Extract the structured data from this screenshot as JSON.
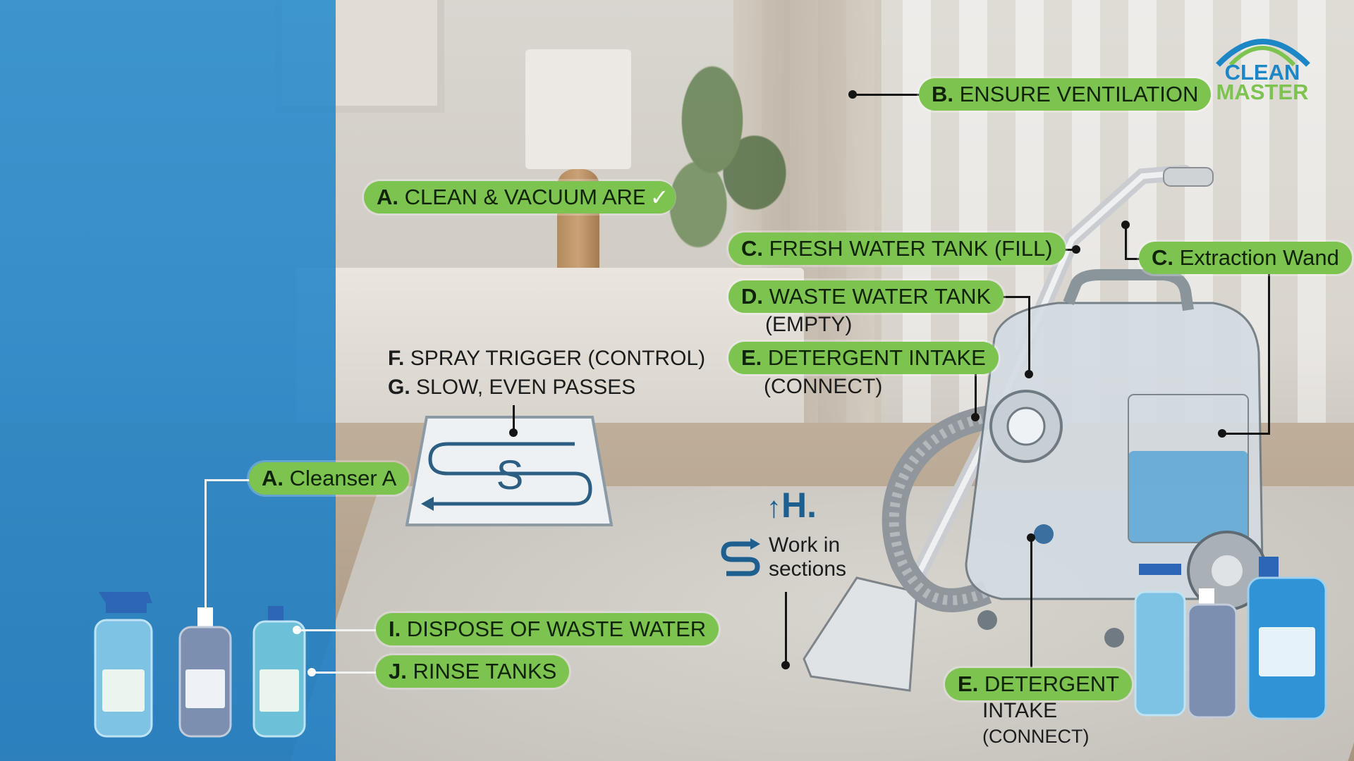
{
  "brand": {
    "line1": "CLEAN",
    "line2": "MASTER",
    "colors": {
      "blue": "#1d86c6",
      "green": "#7cc34f"
    }
  },
  "steps": {
    "a_area": {
      "letter": "A.",
      "text": "CLEAN & VACUUM AREA"
    },
    "b_vent": {
      "letter": "B.",
      "text": "ENSURE VENTILATION"
    },
    "c_fresh": {
      "letter": "C.",
      "text": "FRESH WATER TANK (FILL)"
    },
    "c_wand": {
      "letter": "C.",
      "text": "Extraction Wand"
    },
    "d_waste": {
      "letter": "D.",
      "text": "WASTE WATER TANK",
      "sub": "(EMPTY)"
    },
    "e_intake": {
      "letter": "E.",
      "text": "DETERGENT INTAKE",
      "sub": "(CONNECT)"
    },
    "e_intake_bottom": {
      "letter": "E.",
      "text": "DETERGENT",
      "line2": "INTAKE",
      "sub": "(CONNECT)"
    },
    "f_spray": {
      "letter": "F.",
      "text": "SPRAY TRIGGER (CONTROL)"
    },
    "g_passes": {
      "letter": "G.",
      "text": "SLOW, EVEN PASSES"
    },
    "a_cleanser": {
      "letter": "A.",
      "text": "Cleanser A"
    },
    "h_sections": {
      "letter": "H.",
      "line1": "Work in",
      "line2": "sections"
    },
    "i_dispose": {
      "letter": "I.",
      "text": "DISPOSE OF WASTE WATER"
    },
    "j_rinse": {
      "letter": "J.",
      "text": "RINSE TANKS"
    }
  },
  "diagram": {
    "glyph": "S"
  },
  "icons": [
    "check-icon",
    "serpentine-arrow-icon",
    "up-arrow-icon",
    "logo-arc-icon",
    "spray-bottle-icon",
    "cleaner-bottle-icon"
  ]
}
